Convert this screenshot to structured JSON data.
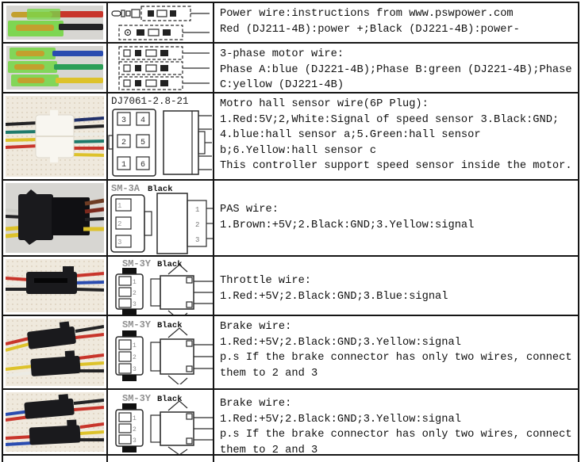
{
  "table": {
    "rows": [
      {
        "name": "power-wire",
        "text_lines": [
          "Power wire:instructions from www.pswpower.com",
          "Red (DJ211-4B):power +;Black (DJ221-4B):power-"
        ]
      },
      {
        "name": "motor-wire",
        "text_lines": [
          "3-phase motor wire:",
          "Phase A:blue (DJ221-4B);Phase B:green (DJ221-4B);Phase",
          "C:yellow (DJ221-4B)"
        ]
      },
      {
        "name": "hall-sensor-wire",
        "text_lines": [
          "Motro hall sensor wire(6P Plug):",
          "1.Red:5V;2,White:Signal of speed sensor 3.Black:GND;",
          "4.blue:hall sensor a;5.Green:hall sensor",
          "b;6.Yellow:hall sensor c",
          "This controller support speed sensor inside the motor."
        ]
      },
      {
        "name": "pas-wire",
        "text_lines": [
          "PAS wire:",
          "1.Brown:+5V;2.Black:GND;3.Yellow:signal"
        ]
      },
      {
        "name": "throttle-wire",
        "text_lines": [
          "Throttle wire:",
          "1.Red:+5V;2.Black:GND;3.Blue:signal"
        ]
      },
      {
        "name": "brake-wire-1",
        "text_lines": [
          "Brake wire:",
          "1.Red:+5V;2.Black:GND;3.Yellow:signal",
          "p.s If the brake connector has only two wires, connect",
          "them to 2 and 3"
        ]
      },
      {
        "name": "brake-wire-2",
        "text_lines": [
          "Brake wire:",
          "1.Red:+5V;2.Black:GND;3.Yellow:signal",
          "p.s If the brake connector has only two wires, connect",
          "them to 2 and 3"
        ]
      }
    ]
  },
  "diagrams": {
    "dj7061": {
      "label": "DJ7061-2.8-21",
      "pins": [
        "3",
        "4",
        "2",
        "5",
        "1",
        "6"
      ]
    },
    "sm3a": {
      "label": "SM-3A",
      "color_label": "Black",
      "pins": [
        "1",
        "2",
        "3"
      ]
    },
    "sm3y": {
      "label": "SM-3Y",
      "color_label": "Black",
      "pins": [
        "1",
        "2",
        "3"
      ]
    }
  },
  "colors": {
    "wire_red": "#c8352b",
    "wire_dark_red": "#7c2a1e",
    "wire_black": "#232325",
    "wire_blue": "#2a4cb0",
    "wire_navy": "#20306a",
    "wire_green": "#2b9e57",
    "wire_teal": "#1f7a6b",
    "wire_yellow": "#ddc22b",
    "wire_brown": "#6e3c24",
    "wire_white": "#ecebe4",
    "wire_gray": "#cfcfca",
    "connector_green": "#79d64b",
    "terminal_gold": "#c3a02e",
    "connector_black": "#1a1a1d",
    "connector_white": "#f8f6f0",
    "photo_bg_gray": "#d7d6d2",
    "photo_bg_beige": "#efe9dd"
  }
}
